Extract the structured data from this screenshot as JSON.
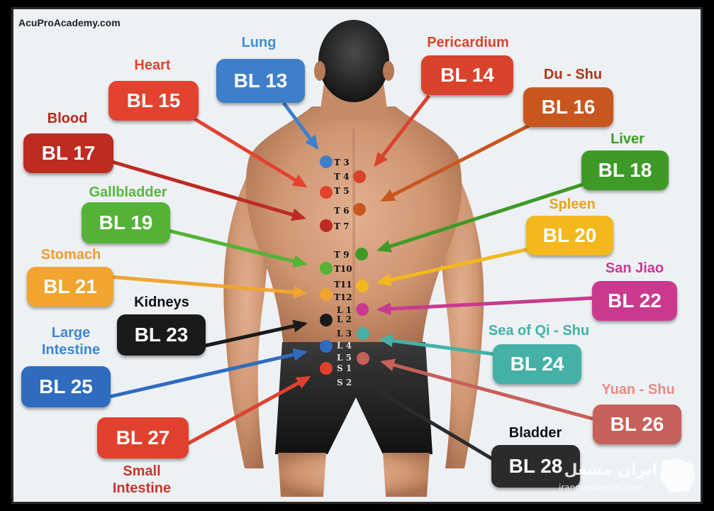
{
  "brand": "AcuProAcademy.com",
  "points": [
    {
      "key": "lung",
      "organ": "Lung",
      "code": "BL 13",
      "color": "#3f7fc9",
      "label_color": "#3f8fd6"
    },
    {
      "key": "pericardium",
      "organ": "Pericardium",
      "code": "BL 14",
      "color": "#d9432c",
      "label_color": "#d9432c"
    },
    {
      "key": "heart",
      "organ": "Heart",
      "code": "BL 15",
      "color": "#e2422e",
      "label_color": "#e2422e"
    },
    {
      "key": "dushu",
      "organ": "Du - Shu",
      "code": "BL 16",
      "color": "#c8571f",
      "label_color": "#b13418"
    },
    {
      "key": "blood",
      "organ": "Blood",
      "code": "BL 17",
      "color": "#bd2b22",
      "label_color": "#b8271e"
    },
    {
      "key": "liver",
      "organ": "Liver",
      "code": "BL 18",
      "color": "#3e9a27",
      "label_color": "#3e9a27"
    },
    {
      "key": "gallbladder",
      "organ": "Gallbladder",
      "code": "BL 19",
      "color": "#54b336",
      "label_color": "#56b83a"
    },
    {
      "key": "spleen",
      "organ": "Spleen",
      "code": "BL 20",
      "color": "#f2b81d",
      "label_color": "#e9a417"
    },
    {
      "key": "stomach",
      "organ": "Stomach",
      "code": "BL 21",
      "color": "#f1a52e",
      "label_color": "#ee9a35"
    },
    {
      "key": "sanjiao",
      "organ": "San Jiao",
      "code": "BL 22",
      "color": "#c93a8f",
      "label_color": "#c93a8f"
    },
    {
      "key": "kidneys",
      "organ": "Kidneys",
      "code": "BL 23",
      "color": "#1a1a1a",
      "label_color": "#111111"
    },
    {
      "key": "seaofqi",
      "organ": "Sea of Qi - Shu",
      "code": "BL 24",
      "color": "#45b1a6",
      "label_color": "#41b2a9"
    },
    {
      "key": "largeint",
      "organ": "Large Intestine",
      "code": "BL 25",
      "color": "#2f6cc0",
      "label_color": "#3e86d0"
    },
    {
      "key": "yuanshu",
      "organ": "Yuan - Shu",
      "code": "BL 26",
      "color": "#c7605a",
      "label_color": "#e58c83"
    },
    {
      "key": "smallint",
      "organ": "Small Intestine",
      "code": "BL 27",
      "color": "#e0412d",
      "label_color": "#c9352a"
    },
    {
      "key": "bladder",
      "organ": "Bladder",
      "code": "BL 28",
      "color": "#2b2b2b",
      "label_color": "#111111"
    }
  ],
  "vertebrae": [
    "T 3",
    "T 4",
    "T 5",
    "T 6",
    "T 7",
    "T 9",
    "T10",
    "T11",
    "T12",
    "L 1",
    "L 2",
    "L 3",
    "L 4",
    "L 5",
    "S 1",
    "S 2"
  ],
  "watermark": {
    "text": "ایران مشغل",
    "url": "iranmashaghel.com"
  }
}
